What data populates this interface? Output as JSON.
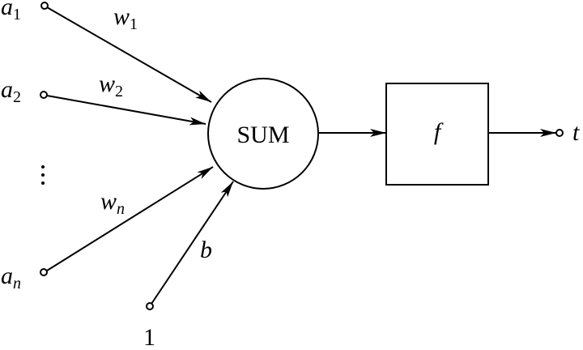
{
  "inputs": [
    {
      "name": "a",
      "sub": "1",
      "weight": "w",
      "weight_sub": "1"
    },
    {
      "name": "a",
      "sub": "2",
      "weight": "w",
      "weight_sub": "2"
    },
    {
      "name": "a",
      "sub": "n",
      "weight": "w",
      "weight_sub": "n"
    }
  ],
  "ellipsis": "⋮",
  "bias": {
    "input": "1",
    "weight": "b"
  },
  "sum_node": {
    "label": "SUM"
  },
  "activation": {
    "label": "f"
  },
  "output": {
    "label": "t"
  },
  "colors": {
    "stroke": "#000000",
    "background": "#ffffff"
  }
}
